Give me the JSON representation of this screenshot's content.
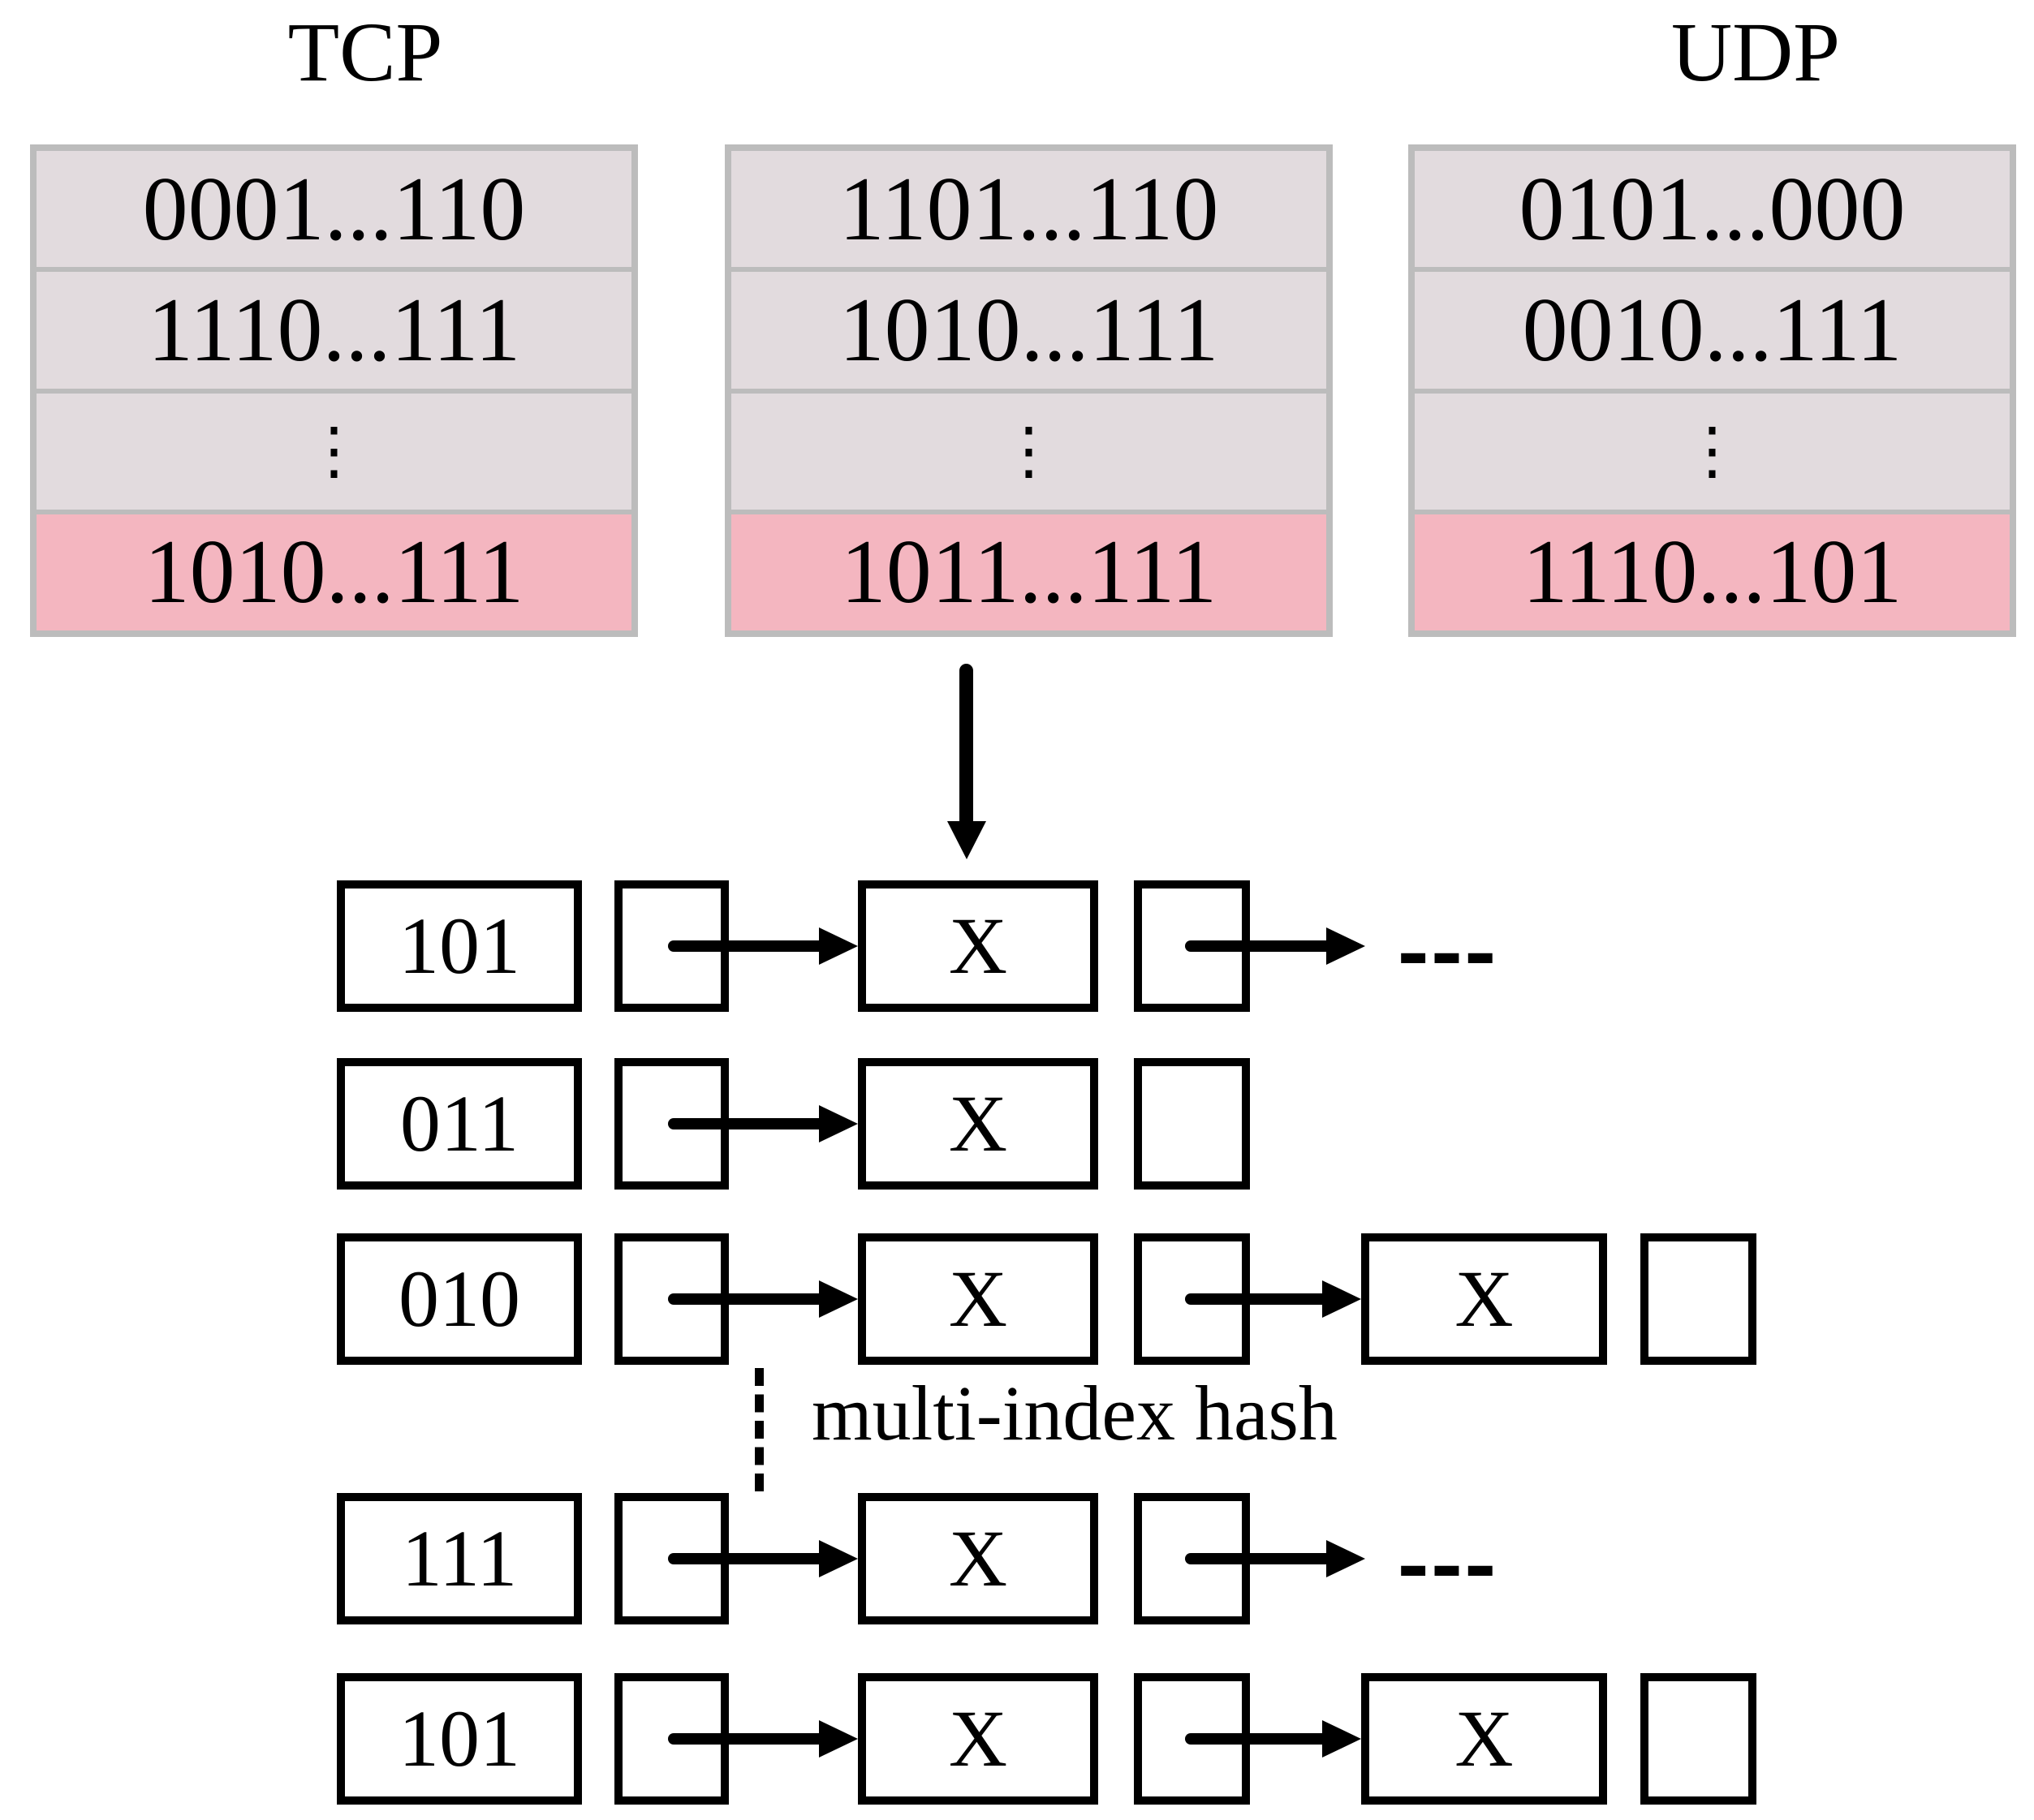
{
  "titles": {
    "tcp": "TCP",
    "udp": "UDP"
  },
  "tables": [
    {
      "title": "TCP",
      "rows": [
        "0001...110",
        "1110...111",
        "⋮",
        "1010...111"
      ]
    },
    {
      "title": "",
      "rows": [
        "1101...110",
        "1010...111",
        "⋮",
        "1011...111"
      ]
    },
    {
      "title": "UDP",
      "rows": [
        "0101...000",
        "0010...111",
        "⋮",
        "1110...101"
      ]
    }
  ],
  "hash": {
    "label": "multi-index hash",
    "rows": [
      {
        "index": "101",
        "node1": "X",
        "continuation": "---"
      },
      {
        "index": "011",
        "node1": "X"
      },
      {
        "index": "010",
        "node1": "X",
        "node2": "X"
      },
      {
        "index": "111",
        "node1": "X",
        "continuation": "---"
      },
      {
        "index": "101",
        "node1": "X",
        "node2": "X"
      }
    ]
  },
  "colors": {
    "row_bg": "#e2dbde",
    "highlight_pink": "#f4b6c0",
    "table_border": "#bcbcbc",
    "stroke": "#000000"
  }
}
